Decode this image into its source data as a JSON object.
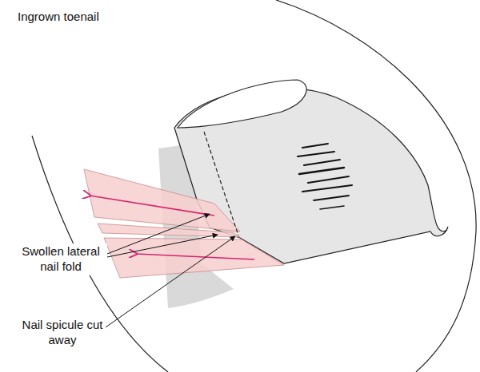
{
  "diagram": {
    "title": "Ingrown toenail",
    "labels": [
      "Swollen lateral nail fold",
      "Nail spicule cut away"
    ]
  }
}
